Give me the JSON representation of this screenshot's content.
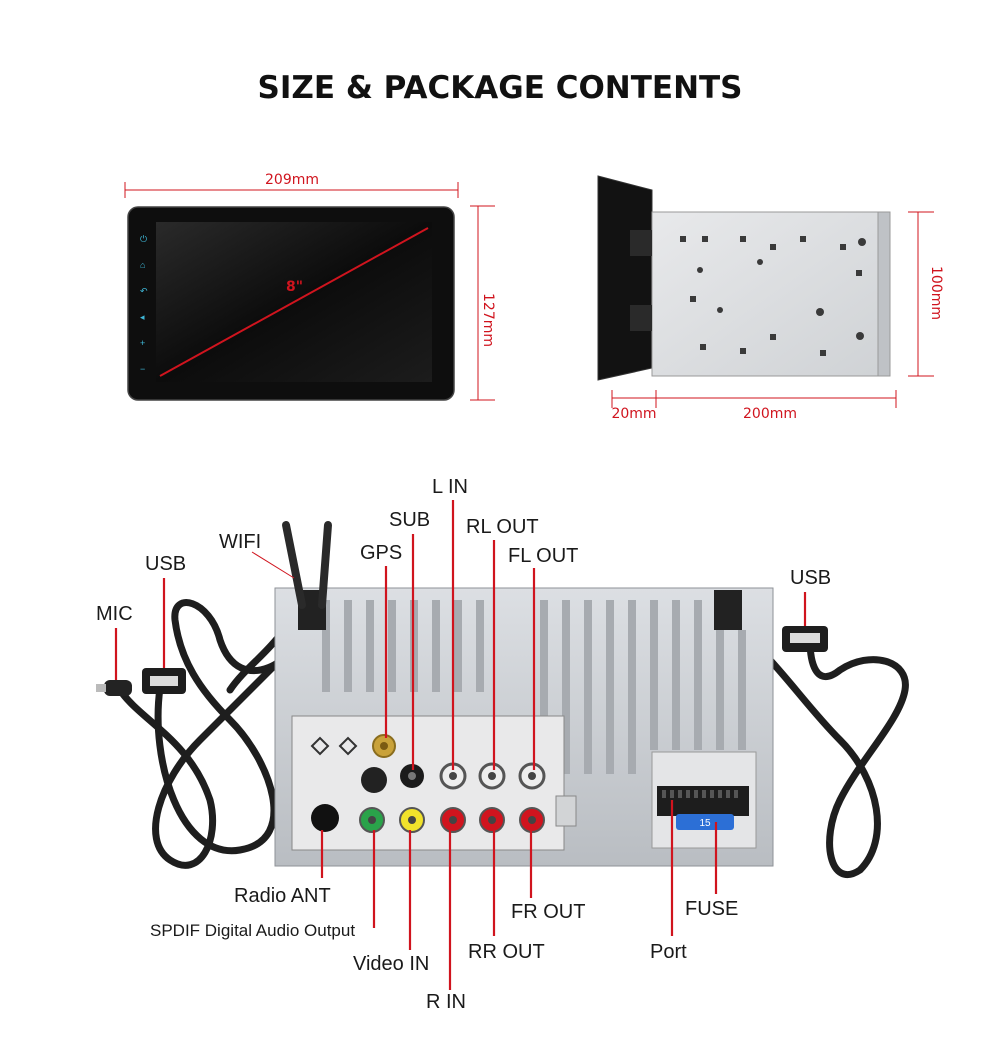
{
  "page": {
    "title": "SIZE & PACKAGE CONTENTS"
  },
  "dimensions": {
    "front_width": "209mm",
    "front_height": "127mm",
    "screen_diagonal": "8\"",
    "side_height": "100mm",
    "side_depth_front": "20mm",
    "side_depth_body": "200mm"
  },
  "ports": {
    "l_in": "L IN",
    "sub": "SUB",
    "rl_out": "RL OUT",
    "gps": "GPS",
    "fl_out": "FL OUT",
    "wifi": "WIFI",
    "usb_left": "USB",
    "usb_right": "USB",
    "mic": "MIC",
    "radio_ant": "Radio ANT",
    "spdif": "SPDIF Digital Audio Output",
    "video_in": "Video IN",
    "r_in": "R IN",
    "rr_out": "RR OUT",
    "fr_out": "FR OUT",
    "fuse": "FUSE",
    "port": "Port"
  },
  "fuse_rating": "15",
  "colors": {
    "accent_red": "#d0141e",
    "bezel": "#111111",
    "metal": "#c9ccd0"
  }
}
